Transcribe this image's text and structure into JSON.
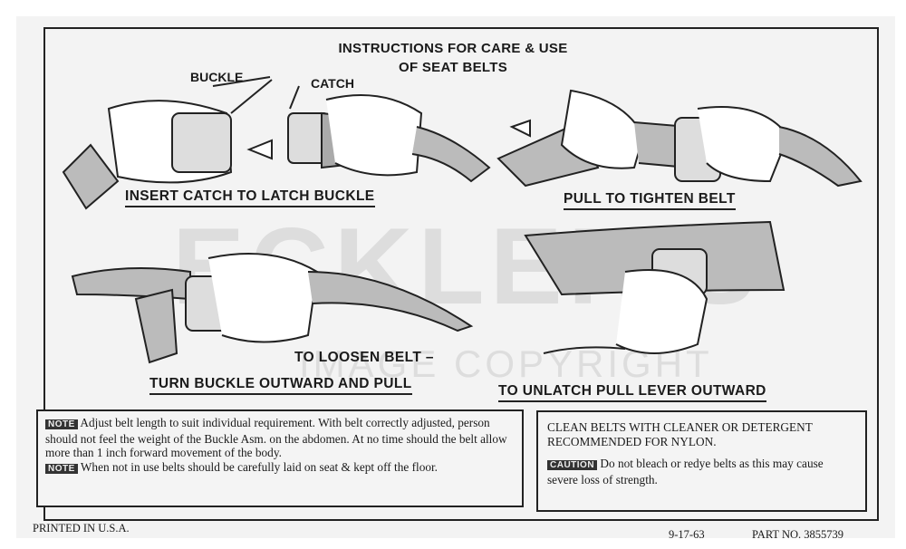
{
  "title": {
    "line1": "INSTRUCTIONS FOR CARE & USE",
    "line2": "OF SEAT BELTS"
  },
  "labels": {
    "buckle": "BUCKLE",
    "catch": "CATCH"
  },
  "captions": {
    "insert": "INSERT CATCH TO LATCH BUCKLE",
    "tighten": "PULL TO TIGHTEN BELT",
    "loosen_1": "TO LOOSEN BELT –",
    "loosen_2": "TURN BUCKLE OUTWARD AND PULL",
    "unlatch": "TO UNLATCH PULL LEVER OUTWARD"
  },
  "watermark": {
    "brand": "ECKLER'S",
    "text": "IMAGE COPYRIGHT"
  },
  "notes": {
    "tag": "NOTE",
    "note1": "Adjust belt length to suit individual requirement. With belt correctly adjusted, person should not feel the weight of the Buckle Asm. on the abdomen. At no time should the belt allow more than 1 inch forward movement of the body.",
    "note2": "When not in use belts should be carefully laid on seat & kept off the floor."
  },
  "care": {
    "clean": "CLEAN BELTS WITH CLEANER OR DETERGENT RECOMMENDED FOR NYLON.",
    "caution_tag": "CAUTION",
    "caution": "Do not bleach or redye belts as this may cause severe loss of strength."
  },
  "footer": {
    "printed": "PRINTED IN U.S.A.",
    "date": "9-17-63",
    "part": "PART NO. 3855739"
  }
}
